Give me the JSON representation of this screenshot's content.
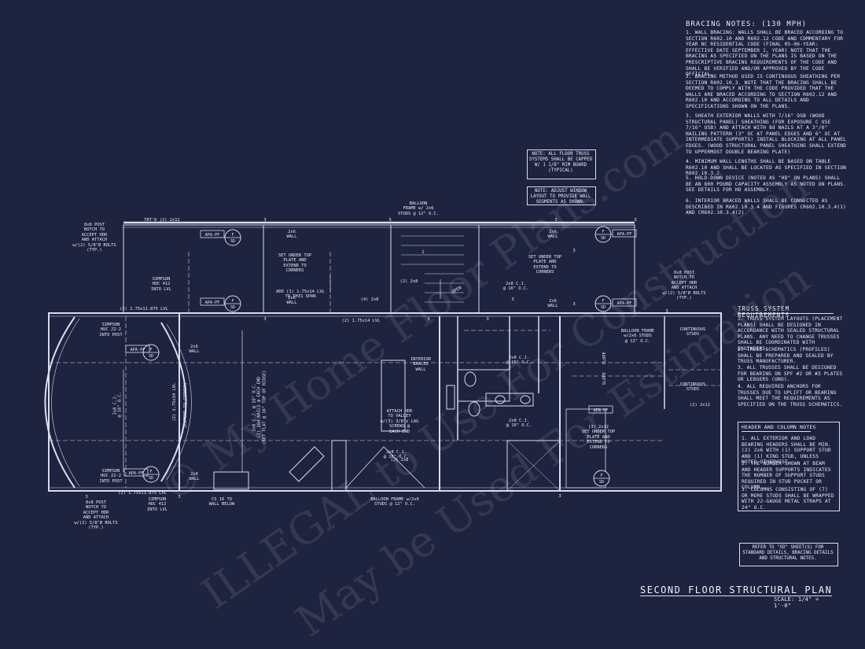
{
  "watermarks": {
    "line1": "© My Home Floor Plans.com",
    "line2": "ILLEGAL to Use For Construction",
    "line3": "May be Used For Estimation"
  },
  "bracing": {
    "heading": "BRACING NOTES: (130 MPH)",
    "notes": [
      "1. WALL BRACING: WALLS SHALL BE BRACED ACCORDING TO SECTION R602.10 AND R602.12 CODE AND COMMENTARY FOR YEAR NC RESIDENTIAL CODE (FINAL 05-06-YEAR: EFFECTIVE DATE SEPTEMBER 1, YEAR) NOTE THAT THE BRACING AS SPECIFIED ON THE PLANS IS BASED ON THE PRESCRIPTIVE BRACING REQUIREMENTS OF THE CODE AND SHALL BE VERIFIED AND/OR APPROVED BY THE CODE OFFICIAL.",
      "2. BRACING METHOD USED IS CONTINUOUS SHEATHING PER SECTION R602.10.3. NOTE THAT THE BRACING SHALL BE DEEMED TO COMPLY WITH THE CODE PROVIDED THAT THE WALLS ARE BRACED ACCORDING TO SECTION R602.12 AND R602.10 AND ACCORDING TO ALL DETAILS AND SPECIFICATIONS SHOWN ON THE PLANS.",
      "3. SHEATH EXTERIOR WALLS WITH 7/16\" OSB (WOOD STRUCTURAL PANEL) SHEATHING (FOR EXPOSURE C USE 7/16\" OSB) AND ATTACH WITH 8d NAILS AT A 3\"/6\" NAILING PATTERN (3\" OC AT PANEL EDGES AND 6\" OC AT INTERMEDIATE SUPPORTS) INSTALL BLOCKING AT ALL PANEL EDGES. (WOOD STRUCTURAL PANEL SHEATHING SHALL EXTEND TO UPPERMOST DOUBLE BEARING PLATE)",
      "4. MINIMUM WALL LENGTHS SHALL BE BASED ON TABLE R602.10 AND SHALL BE LOCATED AS SPECIFIED IN SECTION R602.10.3.2.",
      "5. HOLD-DOWN DEVICE (NOTED AS \"HD\" ON PLANS) SHALL BE AN 800 POUND CAPACITY ASSEMBLY AS NOTED ON PLANS. SEE DETAILS FOR HD ASSEMBLY.",
      "6. INTERIOR BRACED WALLS SHALL BE CONNECTED AS DESCRIBED IN R602.10.3.4 AND FIGURES CR602.10.3.4(1) AND CR602.10.3.4(2)."
    ]
  },
  "floor_truss_note": "NOTE: ALL FLOOR TRUSS SYSTEMS SHALL BE CAPPED W/ 1 1/8\" RIM BOARD (TYPICAL)",
  "window_note": "NOTE: ADJUST WINDOW LAYOUT TO PROVIDE WALL SEGMENTS AS SHOWN.",
  "truss": {
    "heading": "TRUSS SYSTEM REQUIREMENTS",
    "notes": [
      "1. TRUSS SYSTEM LAYOUTS (PLACEMENT PLANS) SHALL BE DESIGNED IN ACCORDANCE WITH SEALED STRUCTURAL PLANS. ANY NEED TO CHANGE TRUSSES SHALL BE COORDINATED WITH ENGINEERS.",
      "2. TRUSS SCHEMATICS (PROFILES) SHALL BE PREPARED AND SEALED BY TRUSS MANUFACTURER.",
      "3. ALL TRUSSES SHALL BE DESIGNED FOR BEARING ON SPF #2 OR #3 PLATES OR LEDGERS (UNO).",
      "4. ALL REQUIRED ANCHORS FOR TRUSSES DUE TO UPLIFT OR BEARING SHALL MEET THE REQUIREMENTS AS SPECIFIED ON THE TRUSS SCHEMATICS."
    ]
  },
  "header_column": {
    "heading": "HEADER AND COLUMN NOTES",
    "notes": [
      "1. ALL EXTERIOR AND LOAD BEARING HEADERS SHALL BE MIN. (2) 2x6 WITH (1) SUPPORT STUD AND (1) KING STUD, UNLESS NOTED OTHERWISE.",
      "2. THE NUMBER SHOWN AT BEAM AND HEADER SUPPORTS INDICATES THE NUMBER OF SUPPORT STUDS REQUIRED IN STUD POCKET OR COLUMN.",
      "3. COLUMNS CONSISTING OF (7) OR MORE STUDS SHALL BE WRAPPED WITH 22-GAUGE METAL STRAPS AT 24\" O.C."
    ]
  },
  "refer_note": "REFER TO \"SD\" SHEET(S) FOR STANDARD DETAILS, BRACING DETAILS AND STRUCTURAL NOTES.",
  "sheet_title": "SECOND FLOOR STRUCTURAL PLAN",
  "scale": "SCALE: 1/4\" = 1'-0\"",
  "plan_labels": {
    "post_left_top": "8x8 POST\nNOTCH TO\nACCEPT HDR\nAND ATTACH\nw/(2) 5/8\"Ø BOLTS\n(TYP.)",
    "post_left_bottom": "8x8 POST\nNOTCH TO\nACCEPT HDR\nAND ATTACH\nw/(2) 5/8\"Ø BOLTS\n(TYP.)",
    "post_right": "8x8 POST\nNOTCH TO\nACCEPT HDR\nAND ATTACH\nw/(2) 5/8\"Ø BOLTS\n(TYP.)",
    "trtd": "TRT'D (2) 2x12",
    "apa": "APA-PF",
    "sd": "SD",
    "f": "F",
    "set_under_left": "SET UNDER TOP\nPLATE AND\nEXTEND TO\nCORNERS",
    "set_under_mid": "SET UNDER TOP\nPLATE AND\nEXTEND TO\nCORNERS",
    "set_under_right": "(3) 2x12\nSET UNDER TOP\nPLATE AND\nEXTEND TO\nCORNERS",
    "add_lvl": "ADD (1) 1.75x14 LVL\nTO THIS SPAN",
    "balloon_top": "BALLOON\nFRAME w/ 2x6\nSTUDS @ 12\" O.C.",
    "balloon_right": "BALLOON FRAME\nw/2x6 STUDS\n@ 12\" O.C.",
    "balloon_bottom": "BALLOON FRAME w/2x6\nSTUDS @ 12\" O.C.",
    "lvl_mid": "(2) 1.75x14 LVL",
    "lvl_left_top": "(2) 1.75x11.875 LVL",
    "lvl_left_bottom": "(2) 1.75x11.875 LVL",
    "simpson_hanger_top": "SIMPSON\nHUC 22-2\nINTO POST",
    "simpson_hanger_bottom": "SIMPSON\nHUC 22-2\nINTO POST",
    "simpson_lvl_top": "SIMPSON\nHUC 412\nINTO LVL",
    "simpson_lvl_bottom": "SIMPSON\nHUC 412\nINTO LVL",
    "interior_braced": "INTERIOR\nBRACED\nWALL",
    "attach_hdr": "ATTACH HDR\nTO VALLEY\nw/(3) 3/8\"x LAG\nSCREWS @\nEACH END",
    "continuous_top": "CONTINUOUS\nSTUDS",
    "continuous_bottom": "CONTINUOUS\nSTUDS",
    "cs16": "CS 16 TO\nWALL BELOW",
    "cj_left": "2x8 C.J.\n@ 16\" O.C.",
    "cj_center": "2x8 C.J. @ 16\" O.C.\n(2) 16d NAILS @ EACH END\n(SET FLAT @ 16\" TOP OF RIDGE)",
    "cj_small1": "2x8 C.J.\n@ 16\" O.C.",
    "cj_small2": "2x8 C.J.\n@ 16\" O.C.",
    "cj_small3": "2x8 C.J.\n@ 16\" O.C.",
    "cj_small4": "2x8 C.J.\n@ 16\" O.C.",
    "two_x_six": "2x6\nWALL",
    "slope": "SLOPE",
    "open": "OPEN",
    "two_2x8": "(2) 2x8",
    "four_2x8": "(4) 2x8",
    "two_2x12": "(2) 2x12",
    "extend_corner": "(EXTEND TO CORNER)",
    "lvl_vertical": "(2) 1.75x14 LVL",
    "num3": "3",
    "num2": "2",
    "sp": "SP"
  }
}
